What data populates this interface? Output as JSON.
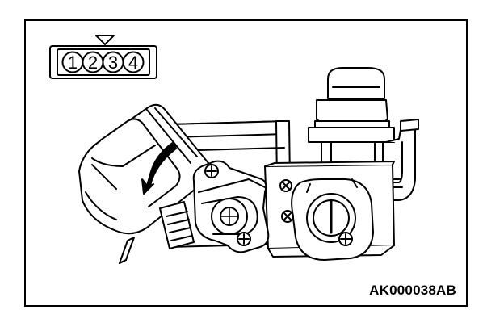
{
  "connector": {
    "pins": [
      "1",
      "2",
      "3",
      "4"
    ]
  },
  "reference_code": "AK000038AB",
  "colors": {
    "line": "#000000",
    "background": "#ffffff"
  },
  "icons": {
    "direction": "curved-arrow-icon",
    "fasteners": "screw-icon"
  }
}
